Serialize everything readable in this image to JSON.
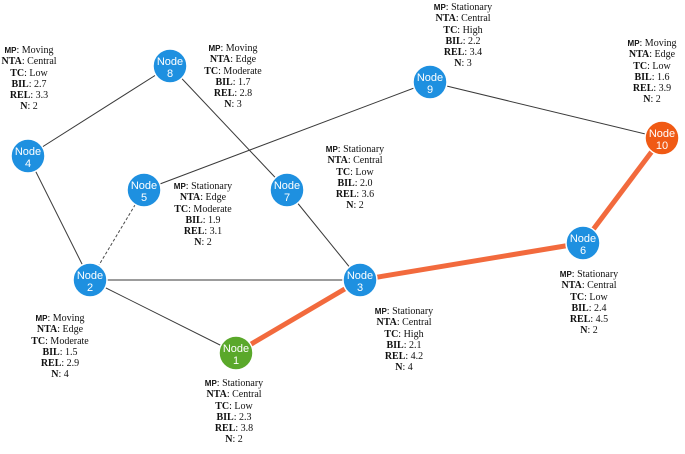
{
  "colors": {
    "node_default": "#1e90e0",
    "node_source": "#5aa82a",
    "node_target": "#f05a14",
    "highlight_path": "#f26a3d",
    "edge": "#3a3a3a"
  },
  "nodes": [
    {
      "id": "1",
      "line1": "Node",
      "line2": "1",
      "role": "source",
      "info": {
        "MP": "Stationary",
        "NTA": "Central",
        "TC": "Low",
        "BIL": "2.3",
        "REL": "3.8",
        "N": "2"
      }
    },
    {
      "id": "2",
      "line1": "Node",
      "line2": "2",
      "role": "default",
      "info": {
        "MP": "Moving",
        "NTA": "Edge",
        "TC": "Moderate",
        "BIL": "1.5",
        "REL": "2.9",
        "N": "4"
      }
    },
    {
      "id": "3",
      "line1": "Node",
      "line2": "3",
      "role": "default",
      "info": {
        "MP": "Stationary",
        "NTA": "Central",
        "TC": "High",
        "BIL": "2.1",
        "REL": "4.2",
        "N": "4"
      }
    },
    {
      "id": "4",
      "line1": "Node",
      "line2": "4",
      "role": "default",
      "info": {
        "MP": "Moving",
        "NTA": "Central",
        "TC": "Low",
        "BIL": "2.7",
        "REL": "3.3",
        "N": "2"
      }
    },
    {
      "id": "5",
      "line1": "Node",
      "line2": "5",
      "role": "default",
      "info": {
        "MP": "Stationary",
        "NTA": "Edge",
        "TC": "Moderate",
        "BIL": "1.9",
        "REL": "3.1",
        "N": "2"
      }
    },
    {
      "id": "6",
      "line1": "Node",
      "line2": "6",
      "role": "default",
      "info": {
        "MP": "Stationary",
        "NTA": "Central",
        "TC": "Low",
        "BIL": "2.4",
        "REL": "4.5",
        "N": "2"
      }
    },
    {
      "id": "7",
      "line1": "Node",
      "line2": "7",
      "role": "default",
      "info": {
        "MP": "Stationary",
        "NTA": "Central",
        "TC": "Low",
        "BIL": "2.0",
        "REL": "3.6",
        "N": "2"
      }
    },
    {
      "id": "8",
      "line1": "Node",
      "line2": "8",
      "role": "default",
      "info": {
        "MP": "Moving",
        "NTA": "Edge",
        "TC": "Moderate",
        "BIL": "1.7",
        "REL": "2.8",
        "N": "3"
      }
    },
    {
      "id": "9",
      "line1": "Node",
      "line2": "9",
      "role": "default",
      "info": {
        "MP": "Stationary",
        "NTA": "Central",
        "TC": "High",
        "BIL": "2.2",
        "REL": "3.4",
        "N": "3"
      }
    },
    {
      "id": "10",
      "line1": "Node",
      "line2": "10",
      "role": "target",
      "info": {
        "MP": "Moving",
        "NTA": "Edge",
        "TC": "Low",
        "BIL": "1.6",
        "REL": "3.9",
        "N": "2"
      }
    }
  ],
  "edges": [
    {
      "from": "1",
      "to": "2",
      "style": "solid"
    },
    {
      "from": "1",
      "to": "3",
      "style": "highlight"
    },
    {
      "from": "3",
      "to": "6",
      "style": "highlight"
    },
    {
      "from": "6",
      "to": "10",
      "style": "highlight"
    },
    {
      "from": "2",
      "to": "3",
      "style": "solid"
    },
    {
      "from": "2",
      "to": "4",
      "style": "solid"
    },
    {
      "from": "4",
      "to": "8",
      "style": "solid"
    },
    {
      "from": "8",
      "to": "7",
      "style": "solid"
    },
    {
      "from": "7",
      "to": "3",
      "style": "solid"
    },
    {
      "from": "2",
      "to": "5",
      "style": "dashed"
    },
    {
      "from": "5",
      "to": "9",
      "style": "solid"
    },
    {
      "from": "9",
      "to": "10",
      "style": "solid"
    }
  ]
}
